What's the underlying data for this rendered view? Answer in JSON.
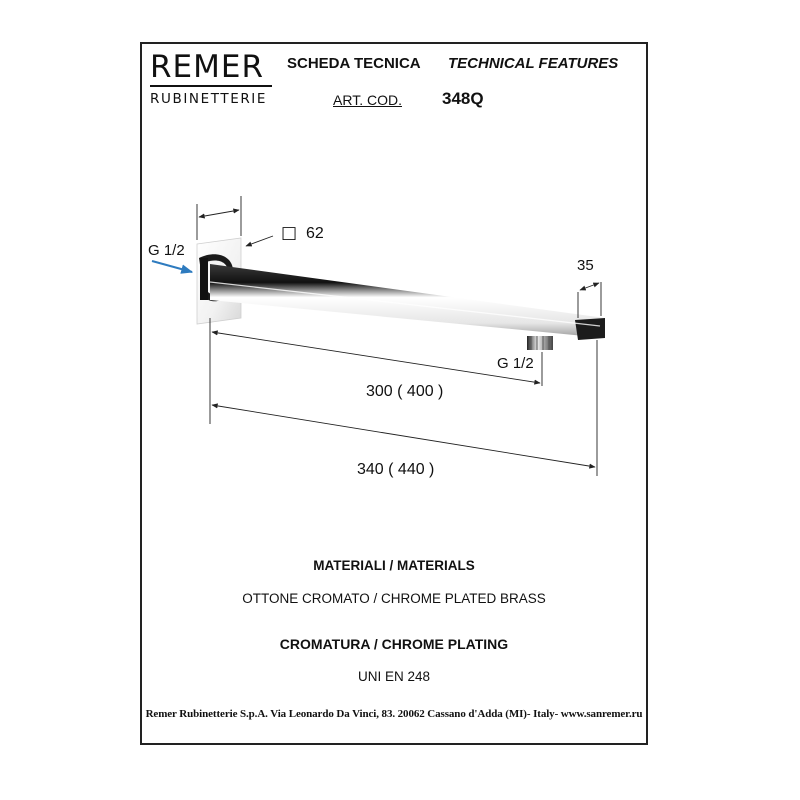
{
  "brand": {
    "name": "REMER",
    "subtitle": "RUBINETTERIE"
  },
  "header": {
    "sheet_it": "SCHEDA TECNICA",
    "sheet_en": "TECHNICAL FEATURES",
    "art_label": "ART. COD.",
    "art_code": "348Q"
  },
  "drawing": {
    "thread_inlet": "G 1/2",
    "plate_size": "62",
    "square_symbol": "□",
    "arm_section": "35",
    "thread_outlet": "G 1/2",
    "length_inner": "300 ( 400 )",
    "length_total": "340 ( 440 )",
    "colors": {
      "line": "#222222",
      "arrow": "#2e7bbf",
      "chrome_light": "#ffffff",
      "chrome_dark": "#1a1a1a"
    }
  },
  "materials": {
    "heading": "MATERIALI / MATERIALS",
    "value": "OTTONE CROMATO / CHROME PLATED BRASS"
  },
  "plating": {
    "heading": "CROMATURA / CHROME PLATING",
    "value": "UNI EN 248"
  },
  "footer": {
    "text": "Remer Rubinetterie S.p.A. Via Leonardo Da Vinci, 83. 20062 Cassano d'Adda (MI)- Italy- www.sanremer.ru"
  }
}
